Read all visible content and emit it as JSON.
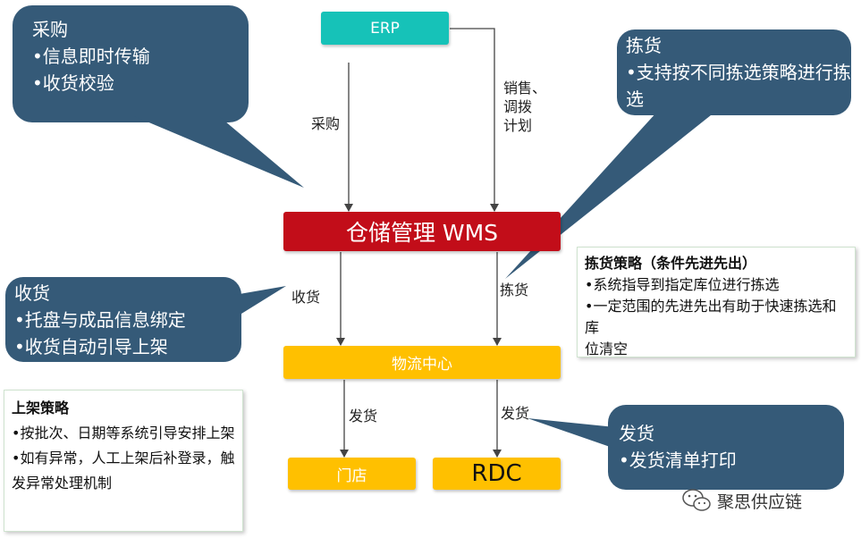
{
  "nodes": {
    "erp": "ERP",
    "wms": "仓储管理 WMS",
    "logistics_center": "物流中心",
    "store": "门店",
    "rdc": "RDC"
  },
  "edges": {
    "erp_to_wms": "采购",
    "erp_to_wms_right": [
      "销售、",
      "调拨",
      "计划"
    ],
    "wms_to_lc_left": "收货",
    "wms_to_lc_right": "拣货",
    "lc_to_store": "发货",
    "lc_to_rdc": "发货"
  },
  "callouts": {
    "purchase": {
      "title": "采购",
      "items": [
        "•信息即时传输",
        "•收货校验"
      ]
    },
    "picking": {
      "title": "拣货",
      "items": [
        "•支持按不同拣选策略进行拣",
        "选"
      ]
    },
    "receiving": {
      "title": "收货",
      "items": [
        "•托盘与成品信息绑定",
        "•收货自动引导上架"
      ]
    },
    "shipping": {
      "title": "发货",
      "items": [
        "•发货清单打印"
      ]
    }
  },
  "strategies": {
    "picking": {
      "title": "拣货策略（条件先进先出）",
      "items": [
        "•系统指导到指定库位进行拣选",
        "•一定范围的先进先出有助于快速拣选和库",
        "位清空"
      ]
    },
    "putaway": {
      "title": "上架策略",
      "items": [
        "•按批次、日期等系统引导安排上架",
        "•如有异常，人工上架后补登录，触",
        "发异常处理机制"
      ]
    }
  },
  "watermark": "聚思供应链",
  "colors": {
    "callout": "#355a78",
    "erp": "#16c2b8",
    "wms": "#c20d19",
    "nodes": "#ffc000"
  }
}
